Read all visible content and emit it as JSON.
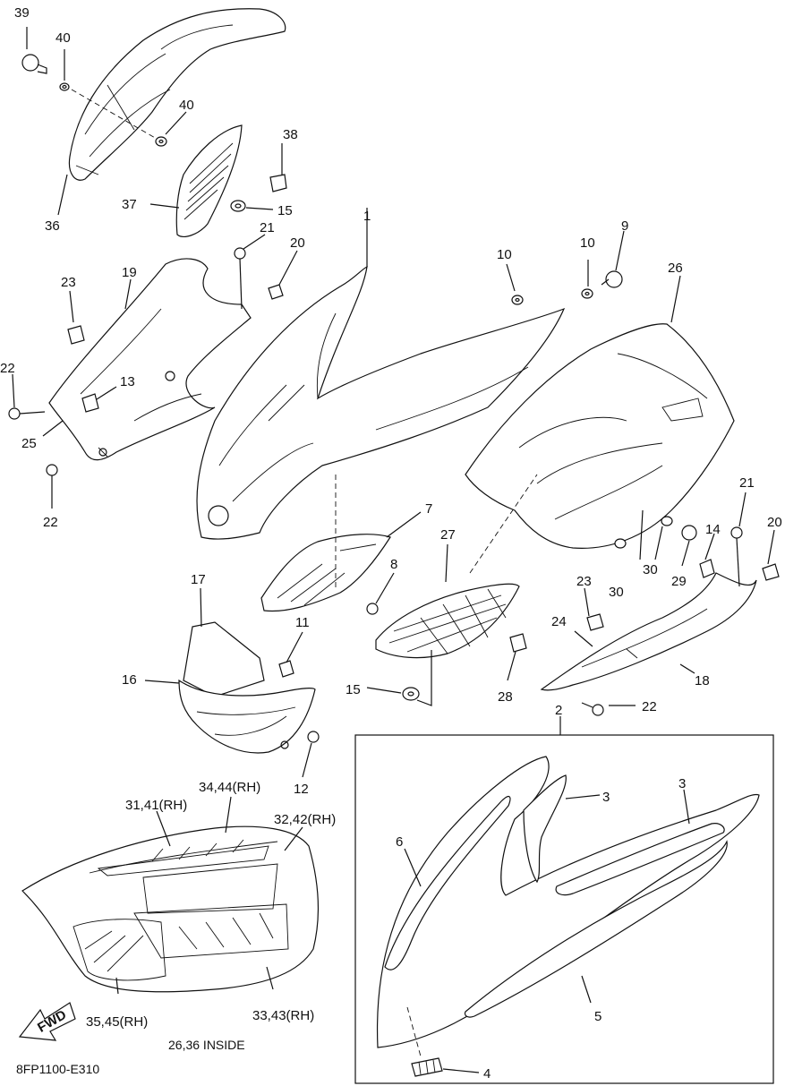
{
  "callouts": {
    "c39": "39",
    "c40a": "40",
    "c40b": "40",
    "c36": "36",
    "c38": "38",
    "c37": "37",
    "c15a": "15",
    "c21a": "21",
    "c20a": "20",
    "c19": "19",
    "c23a": "23",
    "c22a": "22",
    "c13": "13",
    "c25": "25",
    "c22b": "22",
    "c1": "1",
    "c10a": "10",
    "c10b": "10",
    "c9": "9",
    "c26": "26",
    "c7": "7",
    "c8": "8",
    "c27": "27",
    "c17": "17",
    "c11": "11",
    "c16": "16",
    "c12": "12",
    "c15b": "15",
    "c28": "28",
    "c23b": "23",
    "c24": "24",
    "c18": "18",
    "c22c": "22",
    "c21b": "21",
    "c20b": "20",
    "c14": "14",
    "c29": "29",
    "c30a": "30",
    "c30b": "30",
    "c2": "2",
    "c3a": "3",
    "c3b": "3",
    "c6": "6",
    "c5": "5",
    "c4": "4",
    "c34_44": "34,44(RH)",
    "c31_41": "31,41(RH)",
    "c32_42": "32,42(RH)",
    "c35_45": "35,45(RH)",
    "c33_43": "33,43(RH)"
  },
  "fwd_arrow_label": "FWD",
  "inside_note": "26,36 INSIDE",
  "diagram_code": "8FP1100-E310"
}
